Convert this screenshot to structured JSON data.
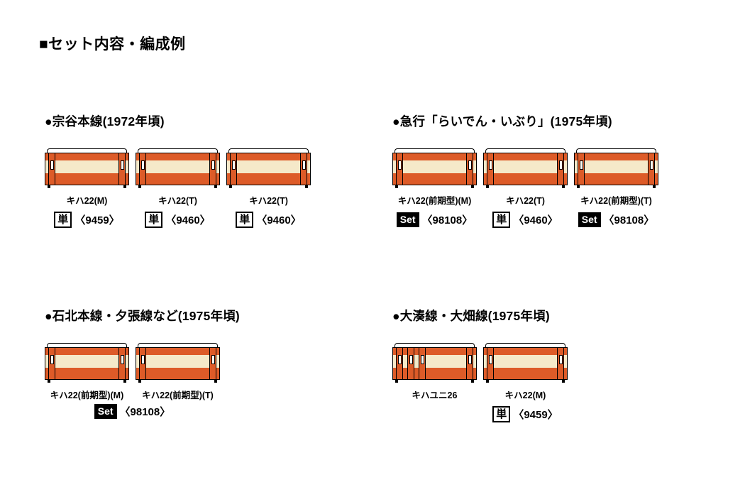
{
  "page_title": "■セット内容・編成例",
  "colors": {
    "body_orange": "#dd5b28",
    "body_cream": "#f5e9c9"
  },
  "sections": [
    {
      "heading": "●宗谷本線(1972年頃)",
      "cars": [
        {
          "label": "キハ22(M)",
          "badge": "単",
          "code": "〈9459〉"
        },
        {
          "label": "キハ22(T)",
          "badge": "単",
          "code": "〈9460〉"
        },
        {
          "label": "キハ22(T)",
          "badge": "単",
          "code": "〈9460〉"
        }
      ]
    },
    {
      "heading": "●急行「らいでん・いぶり」(1975年頃)",
      "cars": [
        {
          "label": "キハ22(前期型)(M)",
          "badge": "Set",
          "code": "〈98108〉"
        },
        {
          "label": "キハ22(T)",
          "badge": "単",
          "code": "〈9460〉"
        },
        {
          "label": "キハ22(前期型)(T)",
          "badge": "Set",
          "code": "〈98108〉"
        }
      ]
    },
    {
      "heading": "●石北本線・夕張線など(1975年頃)",
      "cars": [
        {
          "label": "キハ22(前期型)(M)"
        },
        {
          "label": "キハ22(前期型)(T)"
        }
      ],
      "shared_badge": {
        "badge": "Set",
        "code": "〈98108〉"
      }
    },
    {
      "heading": "●大湊線・大畑線(1975年頃)",
      "cars": [
        {
          "label": "キハユニ26"
        },
        {
          "label": "キハ22(M)",
          "badge": "単",
          "code": "〈9459〉"
        }
      ]
    }
  ]
}
